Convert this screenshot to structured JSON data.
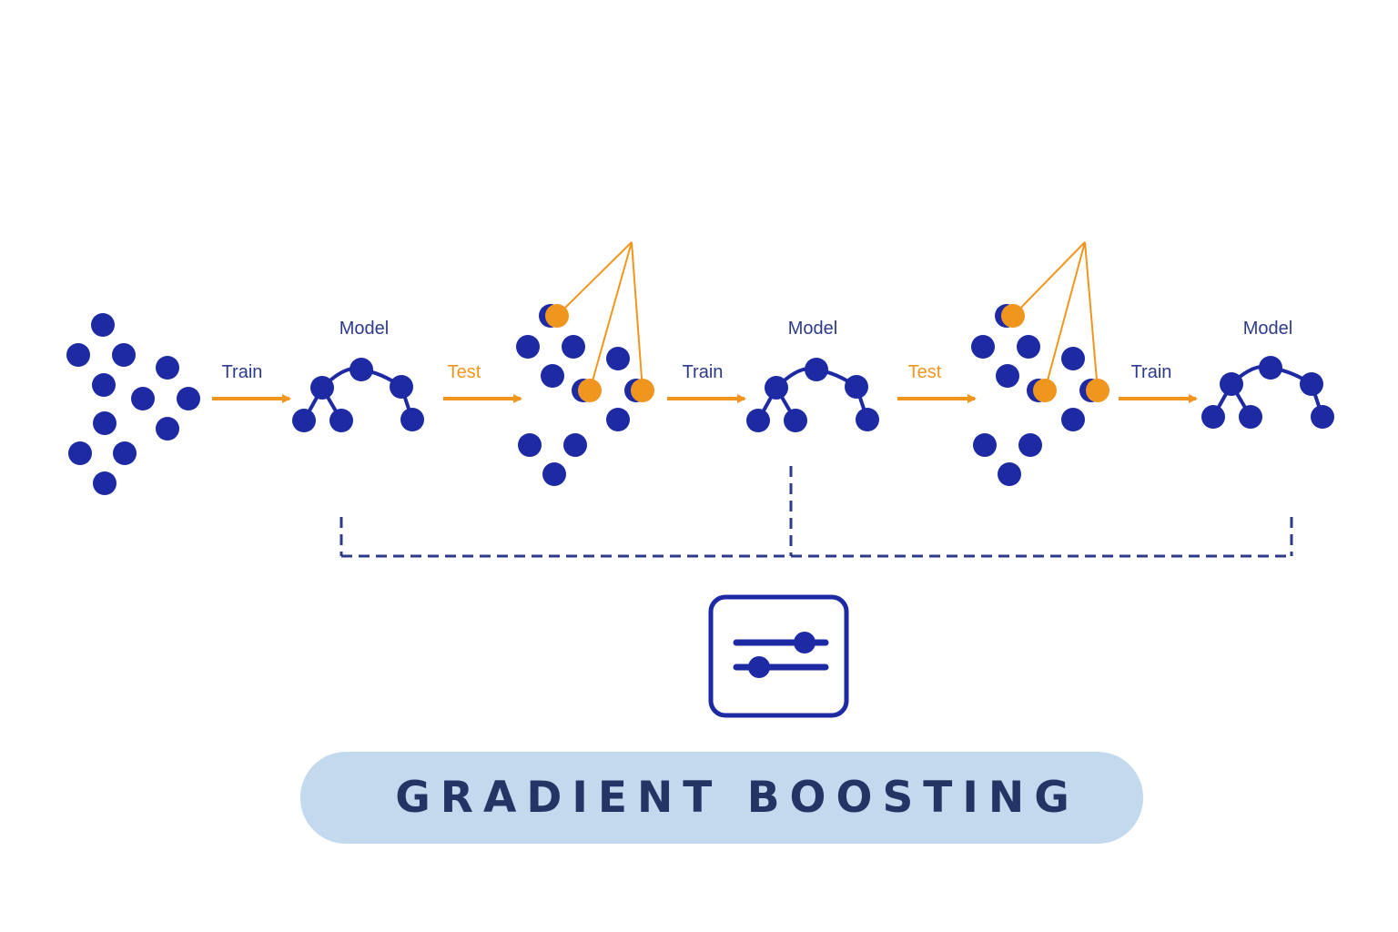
{
  "diagram": {
    "title": "GRADIENT BOOSTING",
    "step_labels": {
      "model": "Model",
      "train": "Train",
      "test": "Test"
    },
    "sequence": [
      "data",
      "Train",
      "Model",
      "Test",
      "data-with-errors",
      "Train",
      "Model",
      "Test",
      "data-with-errors",
      "Train",
      "Model"
    ],
    "icon": "sliders-icon",
    "colors": {
      "nodes": "#1e2aa3",
      "highlight": "#f0961e",
      "labels": "#2d3a8c",
      "bracket": "#2d3a8c",
      "title_background": "#c3d9ee",
      "title_text": "#233565"
    }
  }
}
